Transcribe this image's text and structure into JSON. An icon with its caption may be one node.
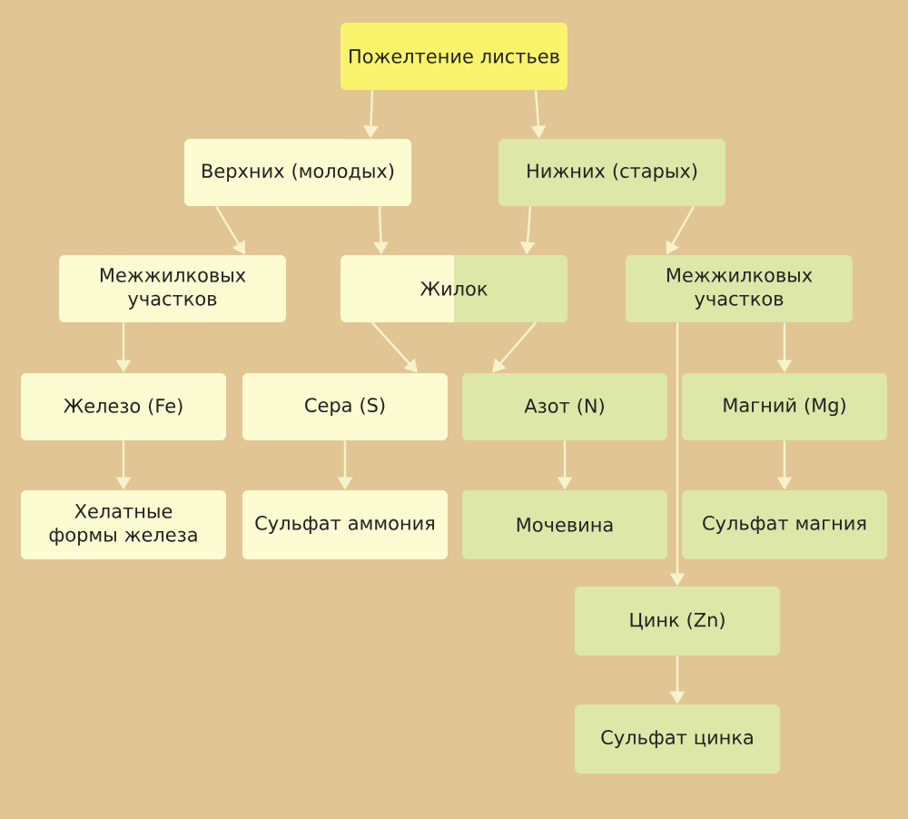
{
  "diagram": {
    "nodes": [
      {
        "text": [
          "Пожелтение листьев"
        ]
      },
      {
        "text": [
          "Верхних (молодых)"
        ]
      },
      {
        "text": [
          "Нижних (старых)"
        ]
      },
      {
        "text": [
          "Межжилковых участков"
        ]
      },
      {
        "text": [
          "Жилок"
        ]
      },
      {
        "text": [
          "Межжилковых участков"
        ]
      },
      {
        "text": [
          "Железо (Fe)"
        ]
      },
      {
        "text": [
          "Сера (S)"
        ]
      },
      {
        "text": [
          "Азот (N)"
        ]
      },
      {
        "text": [
          "Магний (Mg)"
        ]
      },
      {
        "text": [
          "Хелатные формы железа"
        ]
      },
      {
        "text": [
          "Сульфат аммония"
        ]
      },
      {
        "text": [
          "Мочевина"
        ]
      },
      {
        "text": [
          "Сульфат магния"
        ]
      },
      {
        "text": [
          "Цинк (Zn)"
        ]
      },
      {
        "text": [
          "Сульфат цинка"
        ]
      }
    ],
    "edges": [
      {
        "from": 0,
        "to": 1,
        "arrow": "to"
      },
      {
        "from": 0,
        "to": 2,
        "arrow": "to"
      },
      {
        "from": 1,
        "to": 3,
        "arrow": "to"
      },
      {
        "from": 1,
        "to": 4,
        "arrow": "to"
      },
      {
        "from": 2,
        "to": 4,
        "arrow": "to"
      },
      {
        "from": 2,
        "to": 5,
        "arrow": "to"
      },
      {
        "from": 3,
        "to": 6,
        "arrow": "to"
      },
      {
        "from": 4,
        "to": 7,
        "arrow": "to"
      },
      {
        "from": 4,
        "to": 8,
        "arrow": "to"
      },
      {
        "from": 5,
        "to": 9,
        "arrow": "to"
      },
      {
        "from": 5,
        "to": 14,
        "arrow": "to"
      },
      {
        "from": 6,
        "to": 10,
        "arrow": "to"
      },
      {
        "from": 7,
        "to": 11,
        "arrow": "to"
      },
      {
        "from": 8,
        "to": 12,
        "arrow": "to"
      },
      {
        "from": 9,
        "to": 13,
        "arrow": "to"
      },
      {
        "from": 14,
        "to": 15,
        "arrow": "to"
      }
    ]
  }
}
